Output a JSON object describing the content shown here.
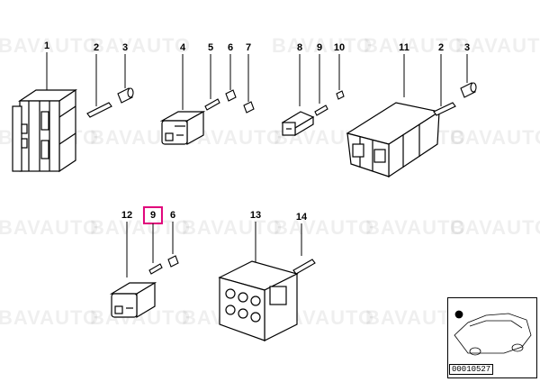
{
  "watermark": "BAVAUTO",
  "part_numbers": [
    "1",
    "2",
    "3",
    "4",
    "5",
    "6",
    "7",
    "8",
    "9",
    "10",
    "11",
    "2",
    "3",
    "12",
    "9",
    "6",
    "13",
    "14"
  ],
  "highlighted": "9",
  "diagram_id": "00010527",
  "colors": {
    "highlight": "#e0007a",
    "ink": "#000000"
  }
}
